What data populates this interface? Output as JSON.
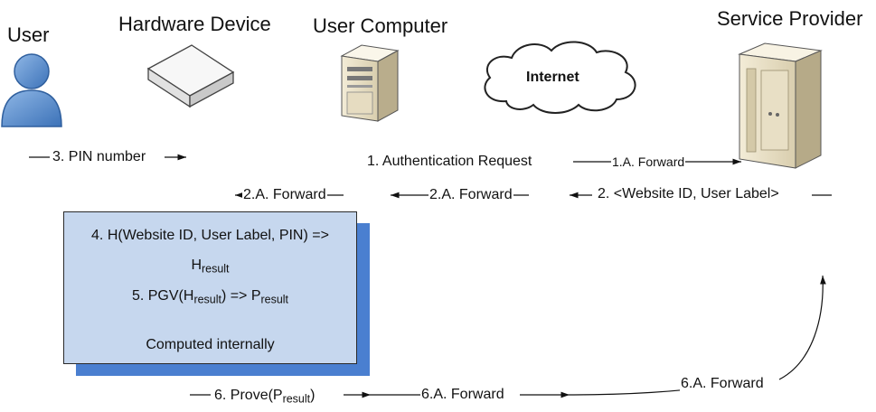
{
  "actors": {
    "user": "User",
    "hardware_device": "Hardware Device",
    "user_computer": "User Computer",
    "internet": "Internet",
    "service_provider": "Service Provider"
  },
  "messages": {
    "pin": "3. PIN number",
    "auth_request": "1. Authentication Request",
    "forward_1a": "1.A. Forward",
    "forward_2a_left": "2.A. Forward",
    "forward_2a_mid": "2.A. Forward",
    "website_user_label": "2. <Website ID, User Label>",
    "prove_prefix": "6. Prove(P",
    "prove_sub": "result",
    "prove_suffix": ")",
    "forward_6a_mid": "6.A. Forward",
    "forward_6a_right": "6.A. Forward"
  },
  "box": {
    "line1": "4. H(Website ID, User Label, PIN) =>",
    "line2_main": "H",
    "line2_sub": "result",
    "line3_prefix": "5. PGV(H",
    "line3_sub1": "result",
    "line3_mid": ") => P",
    "line3_sub2": "result",
    "line4": "Computed internally"
  },
  "colors": {
    "user_icon": "#4f86c6",
    "box_fill": "#c6d7ee",
    "box_shadow": "#4a7fd0"
  }
}
